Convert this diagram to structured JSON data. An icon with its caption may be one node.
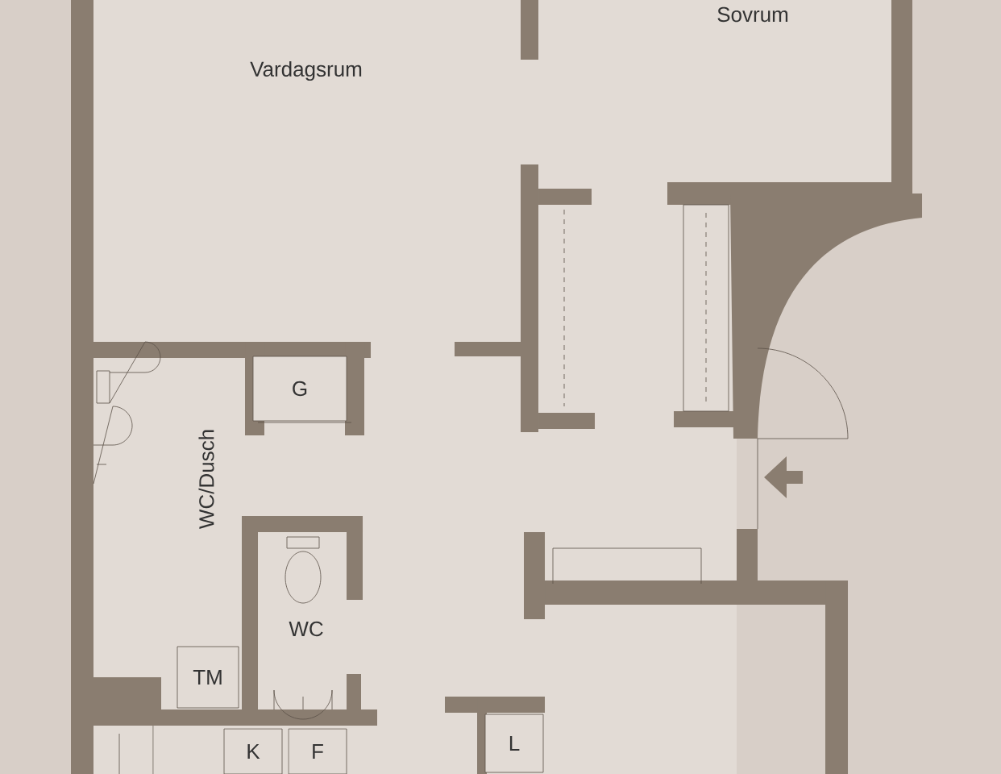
{
  "diagram": {
    "nodes": [
      {
        "text": [
          "G"
        ]
      },
      {
        "text": [
          "TM"
        ]
      },
      {
        "text": [
          "K"
        ]
      },
      {
        "text": [
          "F"
        ]
      },
      {
        "text": [
          "L"
        ]
      }
    ],
    "labels": [
      "Sovrum",
      "Vardagsrum",
      "WC/Dusch",
      "WC"
    ]
  }
}
